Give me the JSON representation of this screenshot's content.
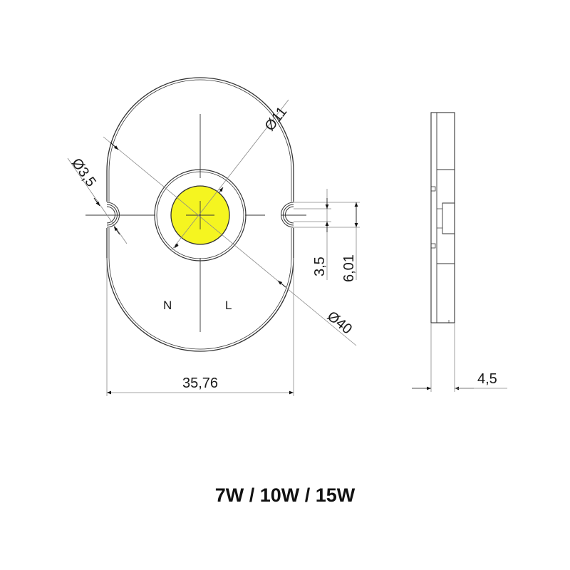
{
  "drawing": {
    "title": "7W / 10W / 15W",
    "colors": {
      "led": "#f5f520",
      "outline": "#333333",
      "dim_line": "#888888",
      "text": "#1a1a1a"
    },
    "front_view": {
      "pad_labels": {
        "n": "N",
        "l": "L"
      },
      "dimensions": {
        "outer_diameter": "Ø40",
        "led_diameter": "Ø11",
        "slot_diameter": "Ø3,5",
        "width": "35,76",
        "slot_width": "3,5",
        "slot_outer": "6,01"
      }
    },
    "side_view": {
      "dimensions": {
        "thickness": "4,5"
      }
    }
  }
}
